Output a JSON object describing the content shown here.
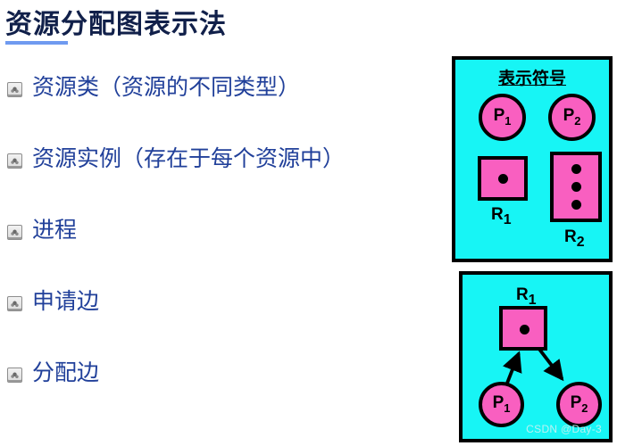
{
  "slide": {
    "title": "资源分配图表示法",
    "accent_color": "#6f9af0",
    "title_color": "#11204a",
    "bullet_text_color": "#21409a",
    "panel_fill": "#17f5f5",
    "node_fill": "#f95fc0",
    "stroke_color": "#000000"
  },
  "bullets": [
    {
      "icon": "gray-square-bullet-icon",
      "label": "资源类（资源的不同类型）"
    },
    {
      "icon": "gray-square-bullet-icon",
      "label": "资源实例（存在于每个资源中）"
    },
    {
      "icon": "gray-square-bullet-icon",
      "label": "进程"
    },
    {
      "icon": "gray-square-bullet-icon",
      "label": "申请边"
    },
    {
      "icon": "gray-square-bullet-icon",
      "label": "分配边"
    }
  ],
  "symbol_panel": {
    "heading": "表示符号",
    "process_nodes": [
      {
        "label": "P",
        "subscript": "1"
      },
      {
        "label": "P",
        "subscript": "2"
      }
    ],
    "resource_nodes": [
      {
        "label": "R",
        "subscript": "1",
        "instances": 1
      },
      {
        "label": "R",
        "subscript": "2",
        "instances": 3
      }
    ]
  },
  "graph_panel": {
    "resource_node": {
      "label": "R",
      "subscript": "1",
      "instances": 1
    },
    "process_nodes": [
      {
        "label": "P",
        "subscript": "1"
      },
      {
        "label": "P",
        "subscript": "2"
      }
    ],
    "edges": [
      {
        "from": "P1",
        "to": "R1",
        "kind": "request-edge"
      },
      {
        "from": "R1",
        "to": "P2",
        "kind": "assignment-edge"
      }
    ],
    "watermark": "CSDN @Day-3"
  }
}
